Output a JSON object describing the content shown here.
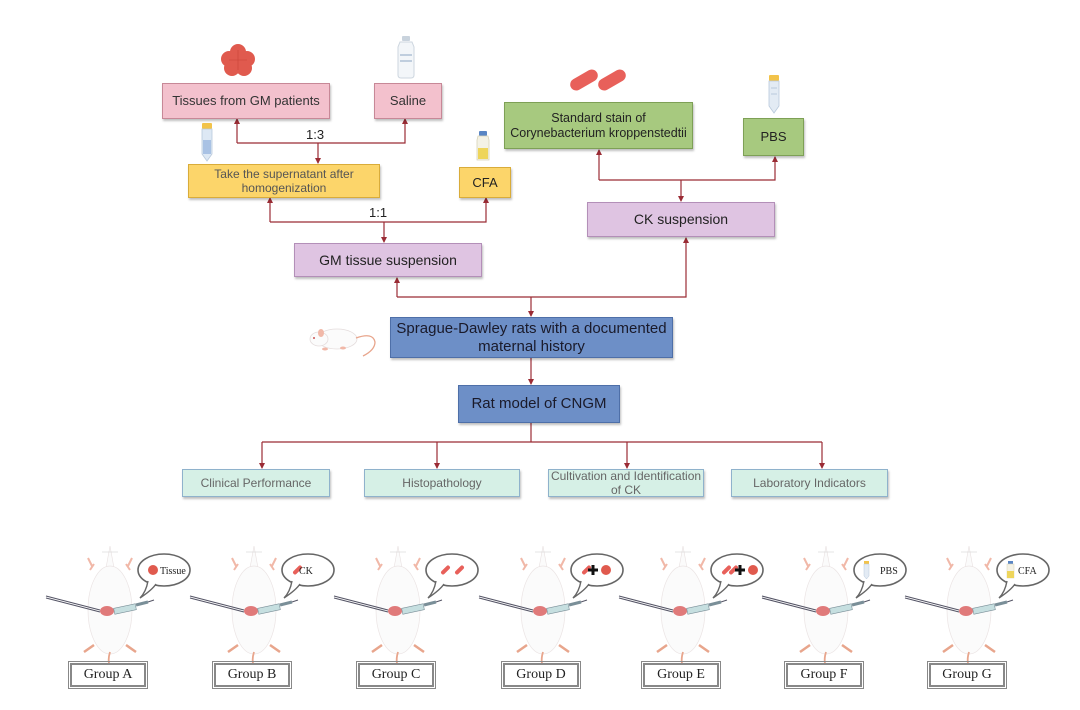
{
  "top_left": {
    "tissues_box": "Tissues from GM patients",
    "saline_box": "Saline",
    "ratio_1": "1:3",
    "supernatant_box": "Take the supernatant after homogenization",
    "cfa_box": "CFA",
    "ratio_2": "1:1",
    "gm_suspension_box": "GM tissue suspension"
  },
  "top_right": {
    "stain_box": "Standard stain of Corynebacterium kroppenstedtii",
    "pbs_box": "PBS",
    "ck_suspension_box": "CK suspension"
  },
  "center": {
    "sd_rats_box": "Sprague-Dawley rats with a documented maternal history",
    "rat_model_box": "Rat model of CNGM"
  },
  "outcomes": [
    {
      "label": "Clinical Performance"
    },
    {
      "label": "Histopathology"
    },
    {
      "label": "Cultivation and Identification of CK"
    },
    {
      "label": "Laboratory Indicators"
    }
  ],
  "groups": [
    {
      "label": "Group A",
      "injection": "Tissue",
      "icons": [
        "tissue-icon"
      ]
    },
    {
      "label": "Group B",
      "injection": "CK",
      "icons": [
        "bacterium-icon"
      ]
    },
    {
      "label": "Group C",
      "injection": "",
      "icons": [
        "bacterium-icon",
        "bacterium-icon"
      ]
    },
    {
      "label": "Group D",
      "injection": "",
      "icons": [
        "bacterium-icon",
        "plus-icon",
        "tissue-icon"
      ]
    },
    {
      "label": "Group E",
      "injection": "",
      "icons": [
        "bacterium-icon",
        "bacterium-icon",
        "plus-icon",
        "tissue-icon"
      ]
    },
    {
      "label": "Group F",
      "injection": "PBS",
      "icons": [
        "tube-icon"
      ]
    },
    {
      "label": "Group G",
      "injection": "CFA",
      "icons": [
        "vial-icon"
      ]
    }
  ],
  "colors": {
    "connector": "#9b2c35",
    "tissue": "#e05a4e",
    "bacterium": "#e8605a"
  }
}
